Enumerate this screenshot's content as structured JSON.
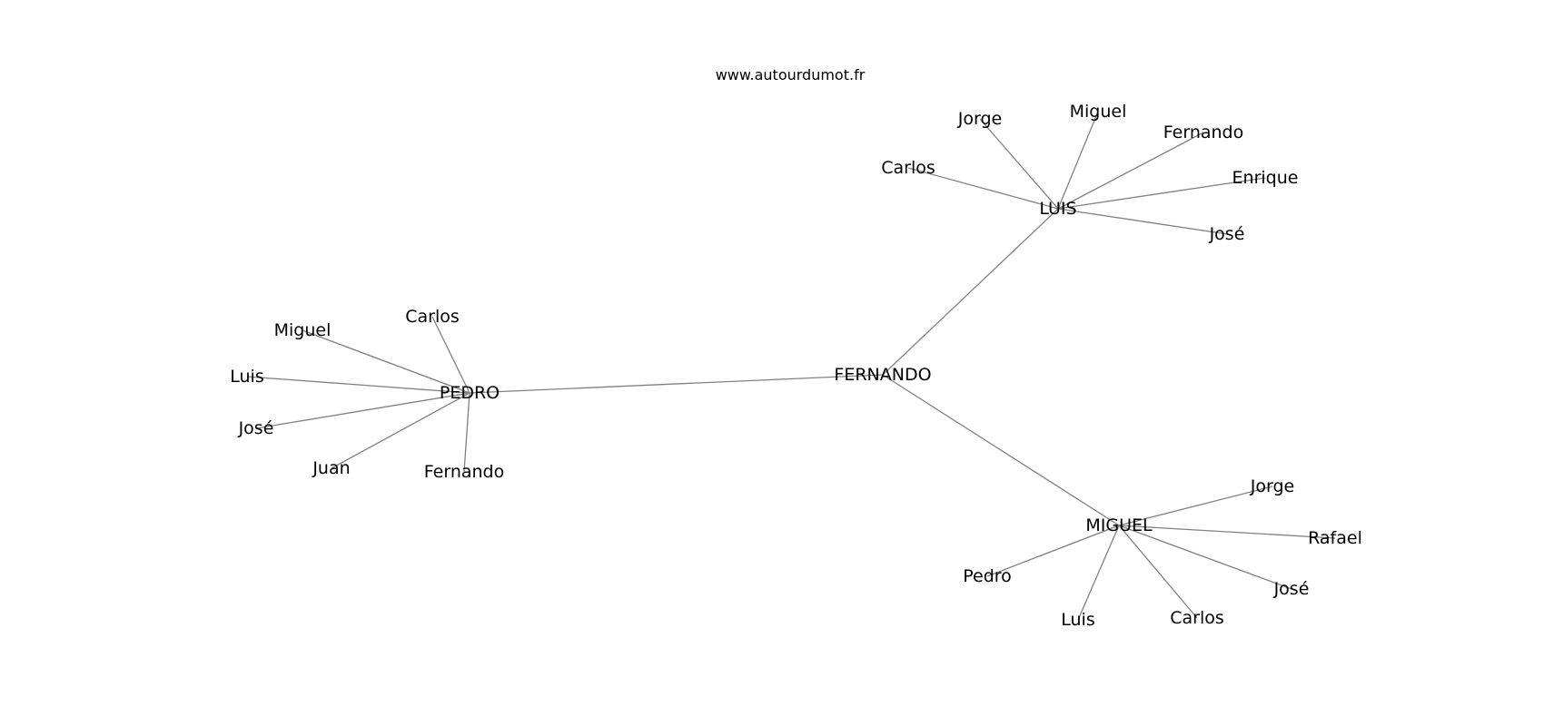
{
  "watermark": "www.autourdumot.fr",
  "style": {
    "edge_color": "#808080",
    "text_color": "#000000",
    "background": "#ffffff"
  },
  "graph": {
    "center": {
      "id": "center",
      "label": "FERNANDO"
    },
    "hubs": [
      {
        "id": "pedro",
        "label": "PEDRO",
        "leaves": [
          "Carlos",
          "Miguel",
          "Luis",
          "José",
          "Juan",
          "Fernando"
        ]
      },
      {
        "id": "luis",
        "label": "LUIS",
        "leaves": [
          "Carlos",
          "Jorge",
          "Miguel",
          "Fernando",
          "Enrique",
          "José"
        ]
      },
      {
        "id": "miguel",
        "label": "MIGUEL",
        "leaves": [
          "Jorge",
          "Rafael",
          "José",
          "Carlos",
          "Luis",
          "Pedro"
        ]
      }
    ]
  }
}
